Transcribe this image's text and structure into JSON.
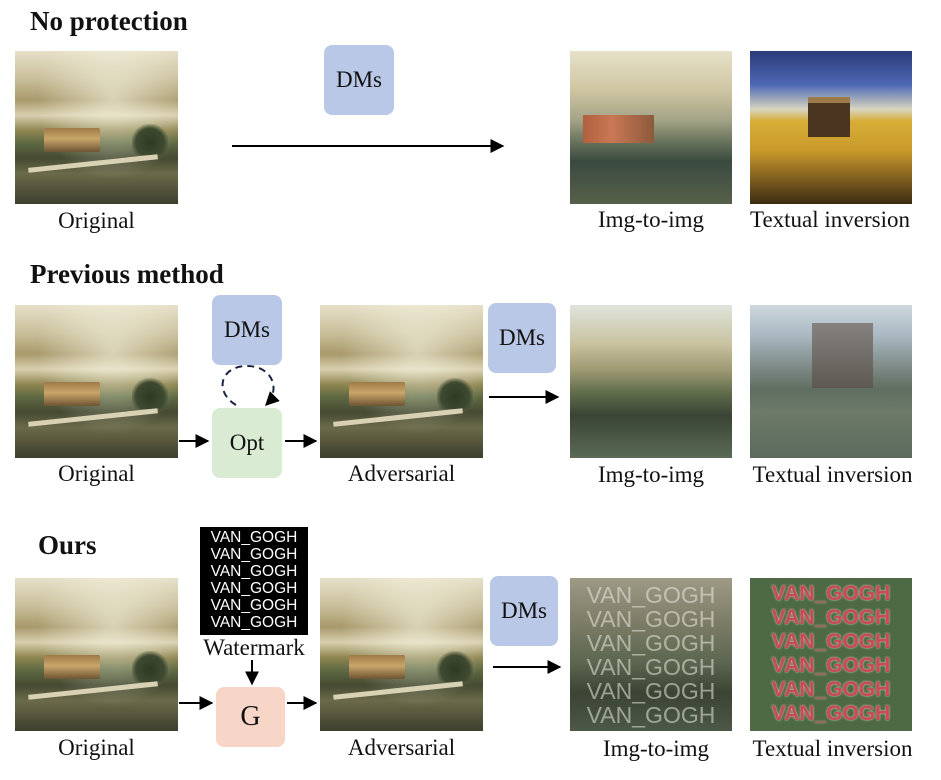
{
  "sections": {
    "no_protection": {
      "title": "No protection",
      "original_caption": "Original",
      "model_label": "DMs",
      "outputs": [
        "Img-to-img",
        "Textual inversion"
      ]
    },
    "previous_method": {
      "title": "Previous method",
      "original_caption": "Original",
      "model_label": "DMs",
      "opt_label": "Opt",
      "adversarial_caption": "Adversarial",
      "model_label_2": "DMs",
      "outputs": [
        "Img-to-img",
        "Textual inversion"
      ]
    },
    "ours": {
      "title": "Ours",
      "watermark_text": "VAN_GOGH",
      "watermark_lines": [
        "VAN_GOGH",
        "VAN_GOGH",
        "VAN_GOGH",
        "VAN_GOGH",
        "VAN_GOGH",
        "VAN_GOGH"
      ],
      "watermark_caption": "Watermark",
      "original_caption": "Original",
      "generator_label": "G",
      "adversarial_caption": "Adversarial",
      "model_label": "DMs",
      "outputs": [
        "Img-to-img",
        "Textual inversion"
      ]
    }
  }
}
